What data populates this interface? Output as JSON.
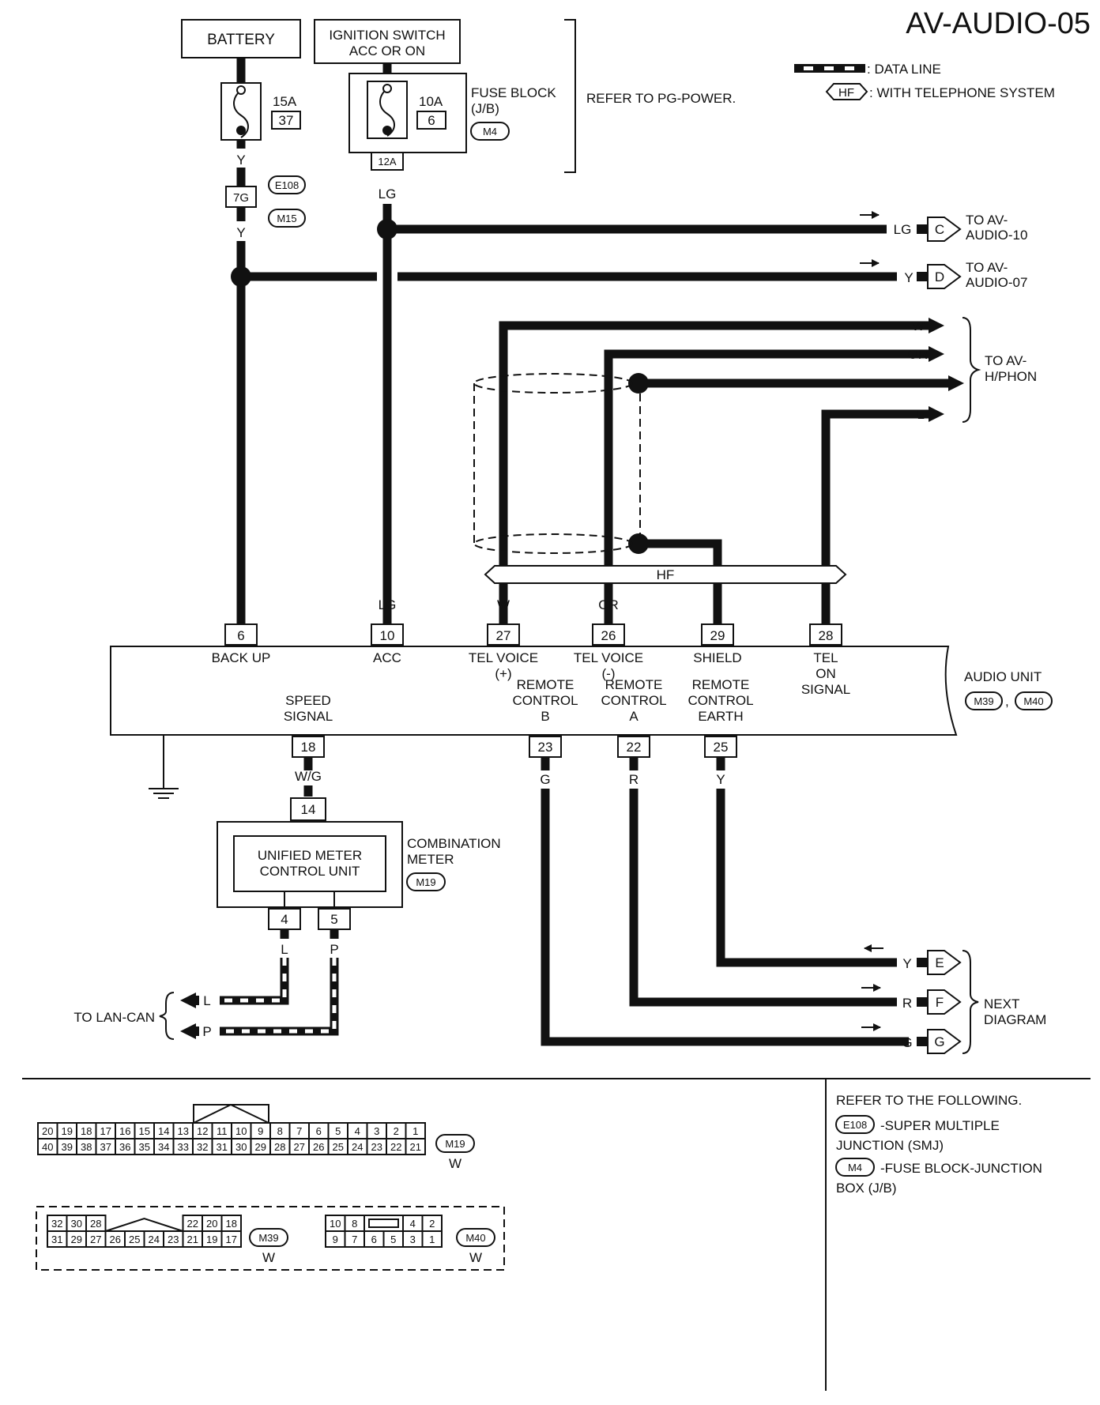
{
  "title": "AV-AUDIO-05",
  "legend": {
    "data_line": ": DATA LINE",
    "hf_tag": "HF",
    "hf_text": ": WITH TELEPHONE SYSTEM"
  },
  "power": {
    "battery": "BATTERY",
    "ignition": [
      "IGNITION SWITCH",
      "ACC OR ON"
    ],
    "fuse1_amp": "15A",
    "fuse1_no": "37",
    "fuse2_amp": "10A",
    "fuse2_no": "6",
    "fuse_block": [
      "FUSE BLOCK",
      "(J/B)"
    ],
    "fuse_block_conn": "M4",
    "fuse_block_term": "12A",
    "refer": "REFER TO PG-POWER.",
    "junction_term": "7G",
    "junction_conn1": "E108",
    "junction_conn2": "M15"
  },
  "wire_colors": {
    "y": "Y",
    "lg": "LG",
    "w": "W",
    "or": "OR",
    "l": "L",
    "g": "G",
    "r": "R",
    "p": "P",
    "wg": "W/G"
  },
  "offpage": {
    "c": {
      "letter": "C",
      "text": [
        "TO AV-",
        "AUDIO-10"
      ]
    },
    "d": {
      "letter": "D",
      "text": [
        "TO AV-",
        "AUDIO-07"
      ]
    },
    "hphon": [
      "TO AV-",
      "H/PHON"
    ],
    "e": {
      "letter": "E"
    },
    "f": {
      "letter": "F"
    },
    "g": {
      "letter": "G"
    },
    "next": [
      "NEXT",
      "DIAGRAM"
    ],
    "lan": "TO LAN-CAN"
  },
  "hf_bus": "HF",
  "audio_unit": {
    "name": "AUDIO UNIT",
    "conn1": "M39",
    "conn2": "M40",
    "top_terminals": [
      {
        "no": "6",
        "label": [
          "BACK UP"
        ]
      },
      {
        "no": "10",
        "label": [
          "ACC"
        ]
      },
      {
        "no": "27",
        "label": [
          "TEL VOICE",
          "(+)"
        ]
      },
      {
        "no": "26",
        "label": [
          "TEL VOICE",
          "(-)"
        ]
      },
      {
        "no": "29",
        "label": [
          "SHIELD"
        ]
      },
      {
        "no": "28",
        "label": [
          "TEL",
          "ON",
          "SIGNAL"
        ]
      }
    ],
    "bottom_terminals": [
      {
        "no": "18",
        "label": [
          "SPEED",
          "SIGNAL"
        ]
      },
      {
        "no": "23",
        "label": [
          "REMOTE",
          "CONTROL",
          "B"
        ]
      },
      {
        "no": "22",
        "label": [
          "REMOTE",
          "CONTROL",
          "A"
        ]
      },
      {
        "no": "25",
        "label": [
          "REMOTE",
          "CONTROL",
          "EARTH"
        ]
      }
    ]
  },
  "meter": {
    "inner": [
      "UNIFIED METER",
      "CONTROL UNIT"
    ],
    "name": [
      "COMBINATION",
      "METER"
    ],
    "conn": "M19",
    "term_in": "14",
    "term_l": "4",
    "term_p": "5"
  },
  "connectors": {
    "m19": {
      "id": "M19",
      "color": "W",
      "row1": [
        "20",
        "19",
        "18",
        "17",
        "16",
        "15",
        "14",
        "13",
        "12",
        "11",
        "10",
        "9",
        "8",
        "7",
        "6",
        "5",
        "4",
        "3",
        "2",
        "1"
      ],
      "row2": [
        "40",
        "39",
        "38",
        "37",
        "36",
        "35",
        "34",
        "33",
        "32",
        "31",
        "30",
        "29",
        "28",
        "27",
        "26",
        "25",
        "24",
        "23",
        "22",
        "21"
      ]
    },
    "m39": {
      "id": "M39",
      "color": "W",
      "row1": [
        "32",
        "30",
        "28",
        "",
        "22",
        "20",
        "18"
      ],
      "row2": [
        "31",
        "29",
        "27",
        "26",
        "25",
        "24",
        "23",
        "21",
        "19",
        "17"
      ]
    },
    "m40": {
      "id": "M40",
      "color": "W",
      "row1": [
        "10",
        "8",
        "",
        "4",
        "2"
      ],
      "row2": [
        "9",
        "7",
        "6",
        "5",
        "3",
        "1"
      ]
    }
  },
  "refer_box": {
    "title": "REFER TO THE FOLLOWING.",
    "items": [
      {
        "conn": "E108",
        "text": [
          "-SUPER MULTIPLE",
          "JUNCTION (SMJ)"
        ]
      },
      {
        "conn": "M4",
        "text": [
          "-FUSE BLOCK-JUNCTION",
          "BOX (J/B)"
        ]
      }
    ]
  }
}
